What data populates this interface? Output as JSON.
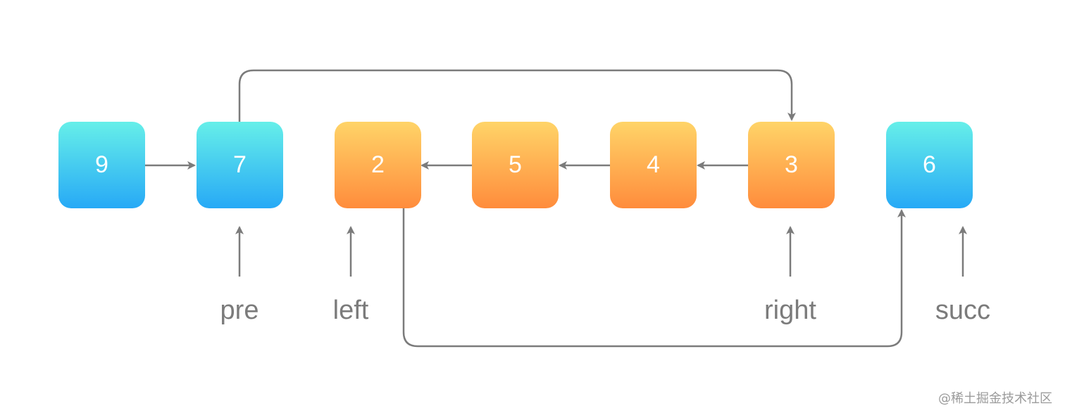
{
  "nodes": [
    {
      "value": "9",
      "color": "blue"
    },
    {
      "value": "7",
      "color": "blue"
    },
    {
      "value": "2",
      "color": "orange"
    },
    {
      "value": "5",
      "color": "orange"
    },
    {
      "value": "4",
      "color": "orange"
    },
    {
      "value": "3",
      "color": "orange"
    },
    {
      "value": "6",
      "color": "blue"
    }
  ],
  "pointers": {
    "pre": "pre",
    "left": "left",
    "right": "right",
    "succ": "succ"
  },
  "watermark": "@稀土掘金技术社区",
  "colors": {
    "blue_top": "#66efe9",
    "blue_bottom": "#27a9f6",
    "orange_top": "#ffd468",
    "orange_bottom": "#ff8c3c",
    "arrow": "#7b7b7b",
    "label": "#7b7b7b"
  }
}
